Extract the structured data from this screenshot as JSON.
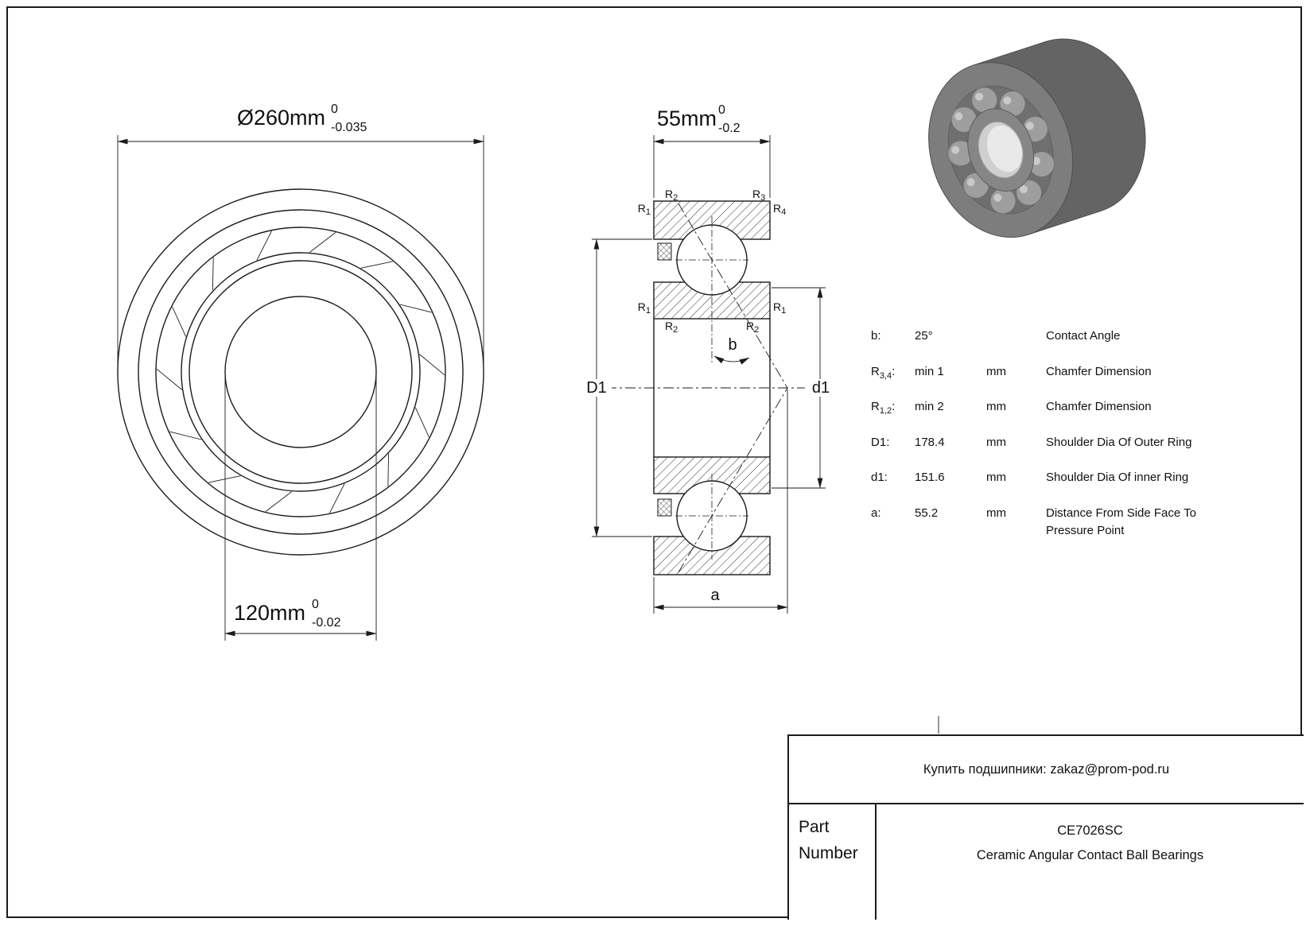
{
  "dimensions": {
    "outer_diameter": {
      "text": "Ø260mm",
      "tol_top": "0",
      "tol_bottom": "-0.035"
    },
    "bore_diameter": {
      "text": "120mm",
      "tol_top": "0",
      "tol_bottom": "-0.02"
    },
    "width": {
      "text": "55mm",
      "tol_top": "0",
      "tol_bottom": "-0.2"
    }
  },
  "section_labels": {
    "D1": "D1",
    "d1": "d1",
    "a": "a",
    "b": "b"
  },
  "r_labels": {
    "r1": {
      "base": "R",
      "sub": "1"
    },
    "r2": {
      "base": "R",
      "sub": "2"
    },
    "r3": {
      "base": "R",
      "sub": "3"
    },
    "r4": {
      "base": "R",
      "sub": "4"
    }
  },
  "spec_table": {
    "rows": [
      {
        "param": {
          "base": "b",
          "sub": "",
          "tail": ":"
        },
        "value": "25°",
        "unit": "",
        "desc": "Contact Angle"
      },
      {
        "param": {
          "base": "R",
          "sub": "3,4",
          "tail": ":"
        },
        "value": "min 1",
        "unit": "mm",
        "desc": "Chamfer Dimension"
      },
      {
        "param": {
          "base": "R",
          "sub": "1,2",
          "tail": ":"
        },
        "value": "min 2",
        "unit": "mm",
        "desc": "Chamfer Dimension"
      },
      {
        "param": {
          "base": "D1",
          "sub": "",
          "tail": ":"
        },
        "value": "178.4",
        "unit": "mm",
        "desc": "Shoulder Dia Of Outer Ring"
      },
      {
        "param": {
          "base": "d1",
          "sub": "",
          "tail": ":"
        },
        "value": "151.6",
        "unit": "mm",
        "desc": "Shoulder Dia Of inner Ring"
      },
      {
        "param": {
          "base": "a",
          "sub": "",
          "tail": ":"
        },
        "value": "55.2",
        "unit": "mm",
        "desc": "Distance From Side Face To Pressure Point"
      }
    ]
  },
  "title_block": {
    "contact": "Купить подшипники: zakaz@prom-pod.ru",
    "part_label": "Part Number",
    "part_number": "CE7026SC",
    "part_desc": "Ceramic Angular Contact Ball Bearings"
  },
  "colors": {
    "line": "#1b1b1b",
    "background": "#ffffff",
    "bearing_gray": "#7b7b7b",
    "bearing_dark": "#646464"
  }
}
